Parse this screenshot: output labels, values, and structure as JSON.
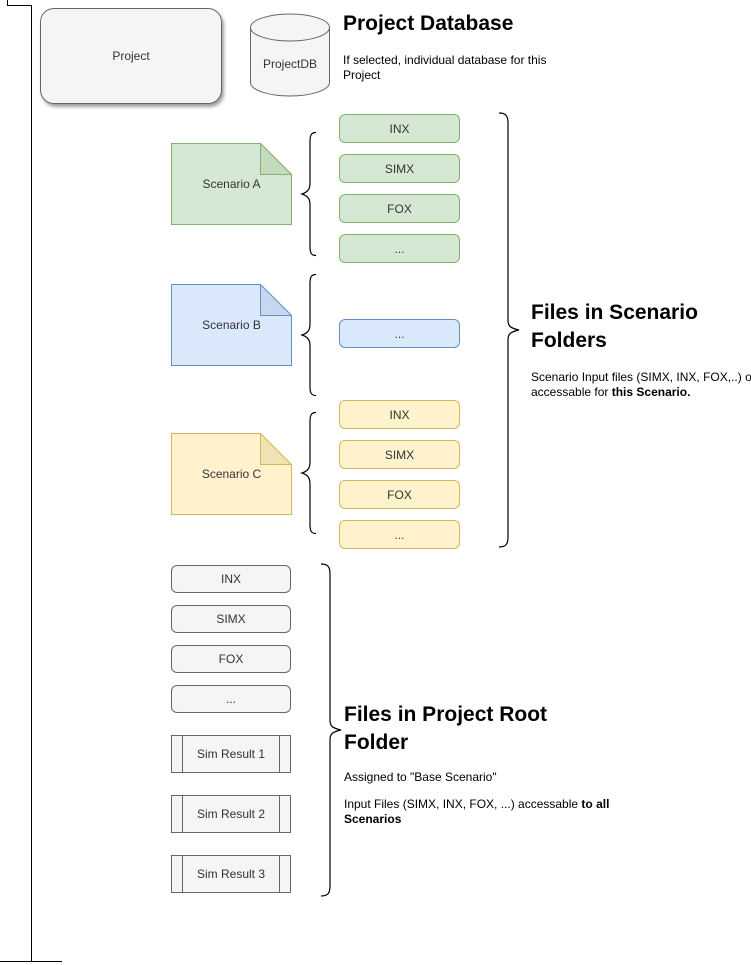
{
  "project": {
    "label": "Project"
  },
  "database": {
    "label": "ProjectDB",
    "title": "Project Database",
    "description": "If selected, individual database for this Project"
  },
  "scenarios": [
    {
      "label": "Scenario A",
      "files": [
        "INX",
        "SIMX",
        "FOX",
        "..."
      ]
    },
    {
      "label": "Scenario B",
      "files": [
        "..."
      ]
    },
    {
      "label": "Scenario C",
      "files": [
        "INX",
        "SIMX",
        "FOX",
        "..."
      ]
    }
  ],
  "scenario_section": {
    "title": "Files in Scenario Folders",
    "desc_normal": "Scenario Input files (SIMX, INX, FOX,..) only accessable for ",
    "desc_bold": "this Scenario."
  },
  "root_section": {
    "title": "Files in Project Root Folder",
    "note1": "Assigned to \"Base Scenario\"",
    "note2_normal": "Input Files (SIMX, INX, FOX, ...) accessable ",
    "note2_bold": "to all Scenarios",
    "files": [
      "INX",
      "SIMX",
      "FOX",
      "..."
    ],
    "results": [
      "Sim Result 1",
      "Sim Result 2",
      "Sim Result 3"
    ]
  },
  "colors": {
    "scenario_a_fill": "#d5e8d4",
    "scenario_a_border": "#82b366",
    "scenario_a_fold": "#c3dac1",
    "scenario_b_fill": "#dae8fc",
    "scenario_b_border": "#6c8ebf",
    "scenario_b_fold": "#c5d8f0",
    "scenario_c_fill": "#fff2cc",
    "scenario_c_border": "#d6b656",
    "scenario_c_fold": "#f0e2b2",
    "neutral_fill": "#f5f5f5",
    "neutral_border": "#666666",
    "line": "#000000"
  }
}
